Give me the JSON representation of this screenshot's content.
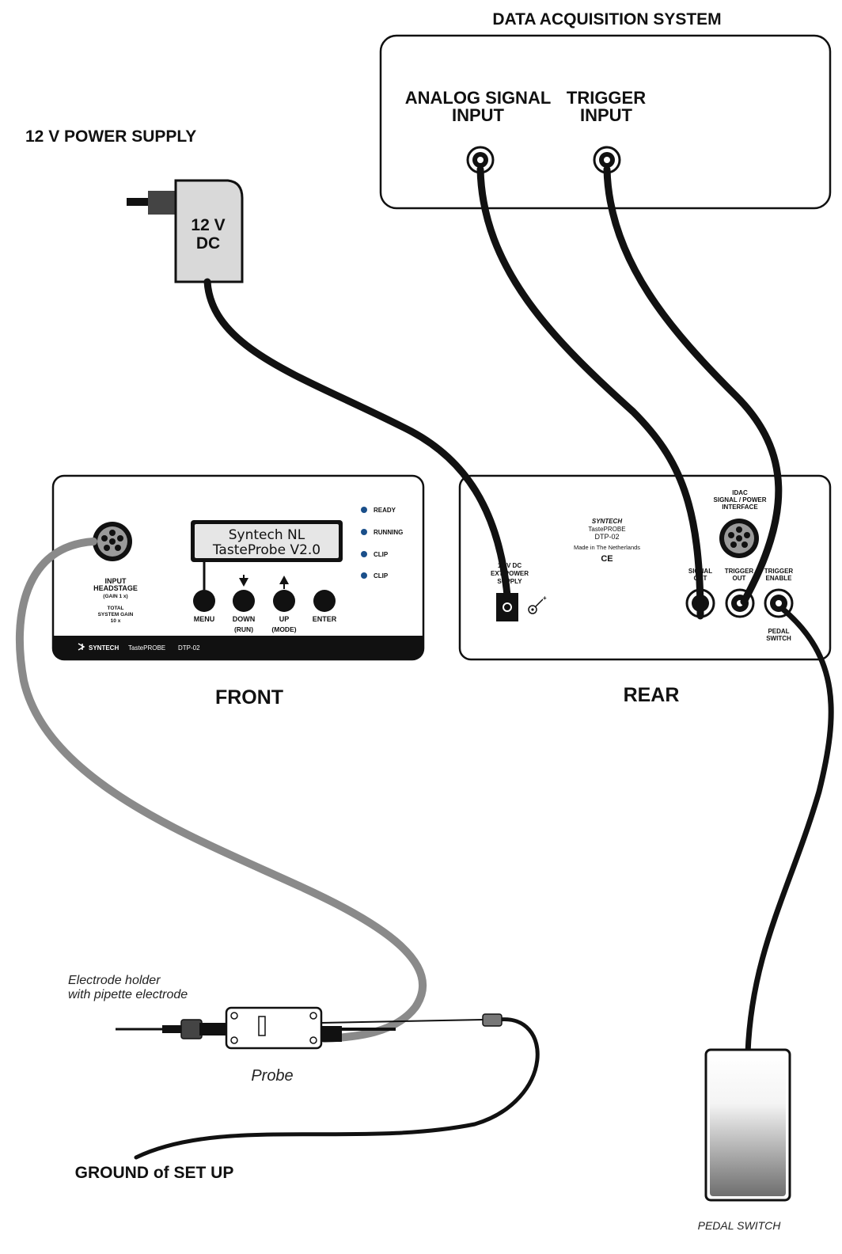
{
  "labels": {
    "daq_title": "DATA ACQUISITION SYSTEM",
    "analog_line1": "ANALOG SIGNAL",
    "analog_line2": "INPUT",
    "trigger_line1": "TRIGGER",
    "trigger_line2": "INPUT",
    "power_supply_title": "12 V POWER SUPPLY",
    "adapter_line1": "12 V",
    "adapter_line2": "DC",
    "front": "FRONT",
    "rear": "REAR",
    "electrode_line1": "Electrode holder",
    "electrode_line2": "with pipette electrode",
    "probe": "Probe",
    "ground": "GROUND of SET UP",
    "pedal_switch": "PEDAL SWITCH"
  },
  "front_panel": {
    "lcd_line1": "Syntech NL",
    "lcd_line2": "TasteProbe  V2.0",
    "input_line1": "INPUT",
    "input_line2": "HEADSTAGE",
    "input_line3": "(GAIN 1 x)",
    "gain_line1": "TOTAL",
    "gain_line2": "SYSTEM GAIN",
    "gain_line3": "10 x",
    "btn_menu": "MENU",
    "btn_down": "DOWN",
    "btn_down_sub": "(RUN)",
    "btn_up": "UP",
    "btn_up_sub": "(MODE)",
    "btn_enter": "ENTER",
    "led_ready": "READY",
    "led_running": "RUNNING",
    "led_clip1": "CLIP",
    "led_clip2": "CLIP",
    "footer_brand": "SYNTECH",
    "footer_product": "TastePROBE",
    "footer_model": "DTP-02"
  },
  "rear_panel": {
    "brand": "SYNTECH",
    "product": "TastePROBE",
    "model": "DTP-02",
    "made_in": "Made in The Netherlands",
    "ce": "CE",
    "idac_line1": "IDAC",
    "idac_line2": "SIGNAL / POWER",
    "idac_line3": "INTERFACE",
    "ext_line1": "12 V DC",
    "ext_line2": "EXT POWER",
    "ext_line3": "SUPPLY",
    "signal_line1": "SIGNAL",
    "signal_line2": "OUT",
    "trigout_line1": "TRIGGER",
    "trigout_line2": "OUT",
    "trigen_line1": "TRIGGER",
    "trigen_line2": "ENABLE",
    "pedal_line1": "PEDAL",
    "pedal_line2": "SWITCH"
  },
  "colors": {
    "cable_black": "#111111",
    "cable_grey": "#8a8a8a",
    "led_blue": "#1a4f8a",
    "lcd_bg": "#e6e6e6",
    "adapter_fill": "#d9d9d9"
  }
}
